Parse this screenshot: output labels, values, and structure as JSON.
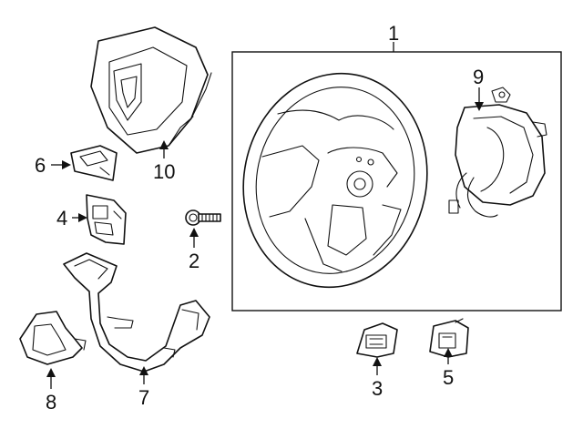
{
  "diagram": {
    "type": "exploded parts diagram",
    "subject": "steering wheel assembly",
    "callouts": [
      {
        "id": "1",
        "label": "1"
      },
      {
        "id": "2",
        "label": "2"
      },
      {
        "id": "3",
        "label": "3"
      },
      {
        "id": "4",
        "label": "4"
      },
      {
        "id": "5",
        "label": "5"
      },
      {
        "id": "6",
        "label": "6"
      },
      {
        "id": "7",
        "label": "7"
      },
      {
        "id": "8",
        "label": "8"
      },
      {
        "id": "9",
        "label": "9"
      },
      {
        "id": "10",
        "label": "10"
      }
    ],
    "colors": {
      "line": "#111111",
      "background": "#ffffff"
    }
  }
}
